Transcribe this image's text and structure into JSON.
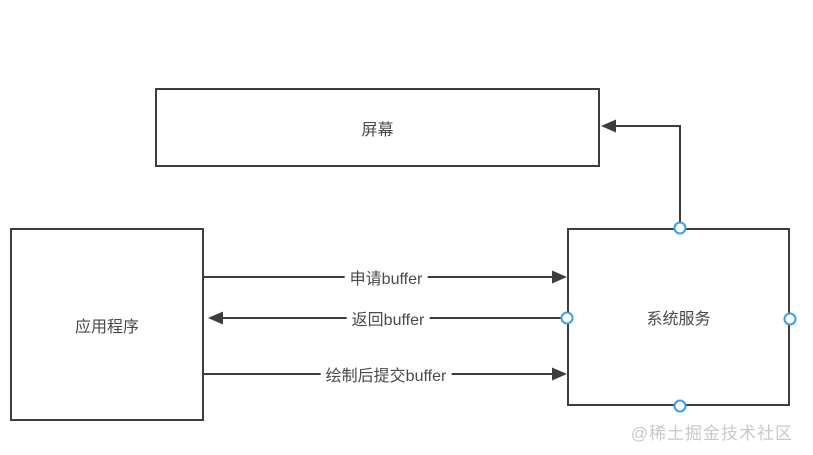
{
  "nodes": {
    "screen": {
      "label": "屏幕"
    },
    "application": {
      "label": "应用程序"
    },
    "system_service": {
      "label": "系统服务"
    }
  },
  "edges": {
    "request_buffer": {
      "label": "申请buffer",
      "from": "应用程序",
      "to": "系统服务",
      "direction": "right"
    },
    "return_buffer": {
      "label": "返回buffer",
      "from": "系统服务",
      "to": "应用程序",
      "direction": "left"
    },
    "commit_buffer": {
      "label": "绘制后提交buffer",
      "from": "应用程序",
      "to": "系统服务",
      "direction": "right"
    },
    "display_to_screen": {
      "label": "",
      "from": "系统服务",
      "to": "屏幕",
      "direction": "up-left"
    }
  },
  "colors": {
    "stroke": "#3d3d3d",
    "text": "#4a4a4a",
    "connection_point": "#3d9ef0",
    "watermark": "#c9c9c9",
    "background": "#ffffff"
  },
  "watermark": {
    "text": "@稀土掘金技术社区"
  }
}
